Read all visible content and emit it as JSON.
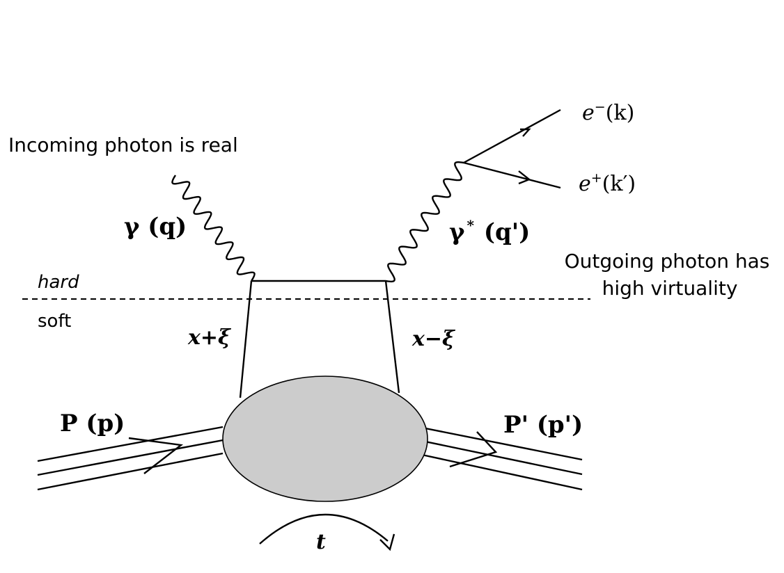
{
  "annotations": {
    "incoming": "Incoming photon is real",
    "outgoing_line1": "Outgoing photon has",
    "outgoing_line2": "high virtuality"
  },
  "regions": {
    "hard": "hard",
    "soft": "soft"
  },
  "particles": {
    "incoming_photon": "γ (q)",
    "outgoing_photon_symbol": "γ",
    "outgoing_photon_star": "*",
    "outgoing_photon_momentum": "(q')",
    "electron_symbol": "e",
    "electron_charge": "−",
    "electron_momentum": "(k)",
    "positron_symbol": "e",
    "positron_charge": "+",
    "positron_momentum": "(k′)",
    "incoming_proton": "P (p)",
    "outgoing_proton": "P' (p')"
  },
  "fractions": {
    "left": "x+ξ",
    "right": "x−ξ"
  },
  "transfer": "t",
  "colors": {
    "blob_fill": "#cccccc",
    "line": "#000000"
  }
}
